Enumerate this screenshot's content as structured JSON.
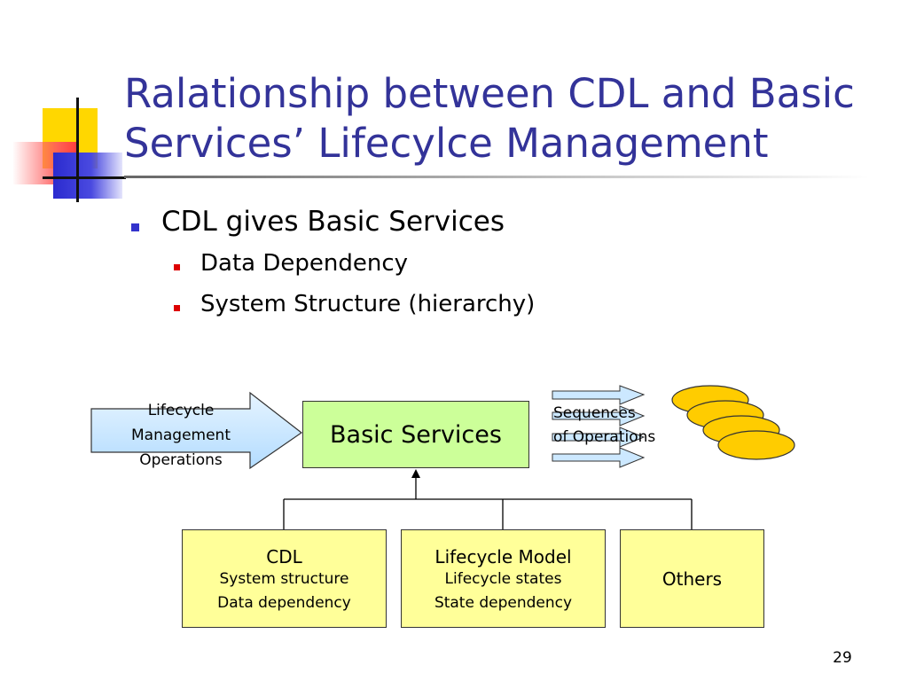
{
  "slide": {
    "title_line1": "Ralationship between CDL and Basic",
    "title_line2": "Services’ Lifecylce Management",
    "bullets": [
      {
        "text": "CDL gives Basic Services"
      },
      {
        "text": "Data Dependency"
      },
      {
        "text": "System Structure (hierarchy)"
      }
    ],
    "page_number": "29"
  },
  "diagram": {
    "input_arrow_label": [
      "Lifecycle",
      "Management",
      "Operations"
    ],
    "central_box": "Basic Services",
    "output_label": [
      "Sequences",
      "of Operations"
    ],
    "components": [
      {
        "title": "CDL",
        "lines": [
          "System structure",
          "Data dependency"
        ]
      },
      {
        "title": "Lifecycle Model",
        "lines": [
          "Lifecycle states",
          "State dependency"
        ]
      },
      {
        "title": "Others",
        "lines": []
      }
    ]
  },
  "colors": {
    "title": "#333399",
    "bullet_marker_l1": "#3333cc",
    "bullet_marker_l2": "#dd0000",
    "input_arrow_fill": "#cce8ff",
    "central_box_fill": "#ccff99",
    "component_fill": "#ffff99",
    "operation_ellipse_fill": "#ffcc00"
  }
}
